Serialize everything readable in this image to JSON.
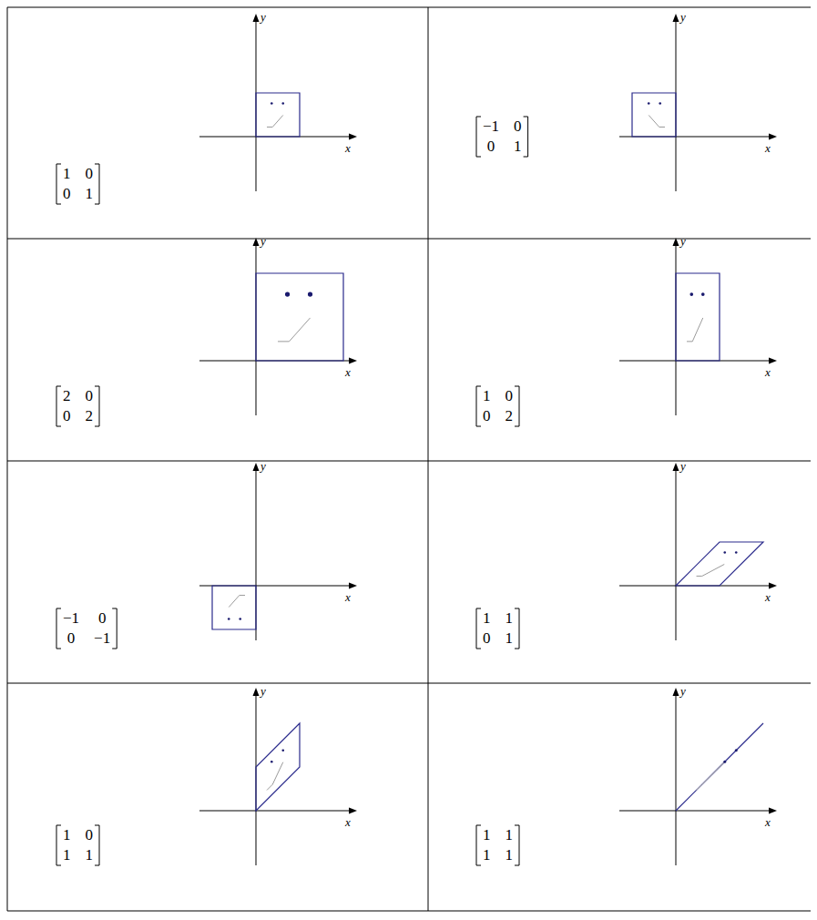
{
  "diagram": {
    "labels": [
      "y",
      "x",
      "1",
      "0",
      "0",
      "1",
      "y",
      "x",
      "−1",
      "0",
      "0",
      "1",
      "y",
      "x",
      "2",
      "0",
      "0",
      "2",
      "y",
      "x",
      "1",
      "0",
      "0",
      "2",
      "y",
      "x",
      "−1",
      "0",
      "0",
      "−1",
      "y",
      "x",
      "1",
      "1",
      "0",
      "1",
      "y",
      "x",
      "1",
      "0",
      "1",
      "1",
      "y",
      "x",
      "1",
      "1",
      "1",
      "1"
    ]
  }
}
